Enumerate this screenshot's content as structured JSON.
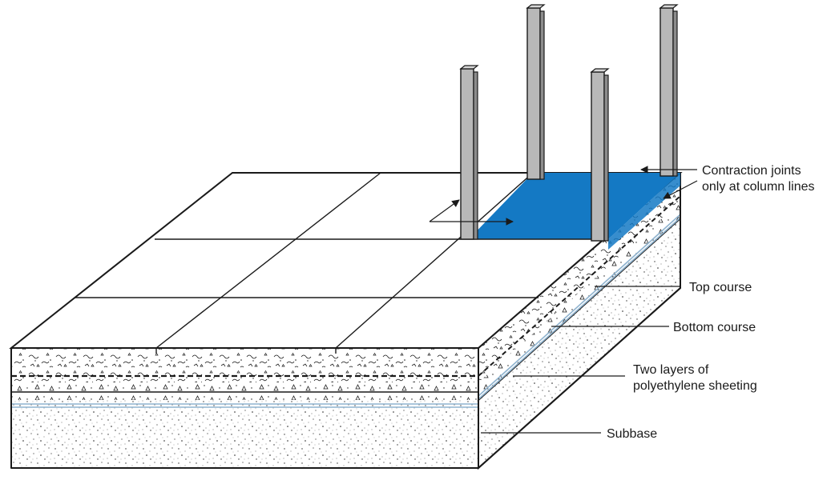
{
  "labels": {
    "contraction_line1": "Contraction joints",
    "contraction_line2": "only at column lines",
    "top_course": "Top course",
    "bottom_course": "Bottom course",
    "sheeting_line1": "Two layers of",
    "sheeting_line2": "polyethylene sheeting",
    "subbase": "Subbase"
  },
  "colors": {
    "highlight_panel": "#1479c4",
    "column_fill": "#b8b8b8",
    "column_side": "#8c8c8c",
    "sheeting": "#8fb3cf",
    "outline": "#1a1a1a"
  }
}
